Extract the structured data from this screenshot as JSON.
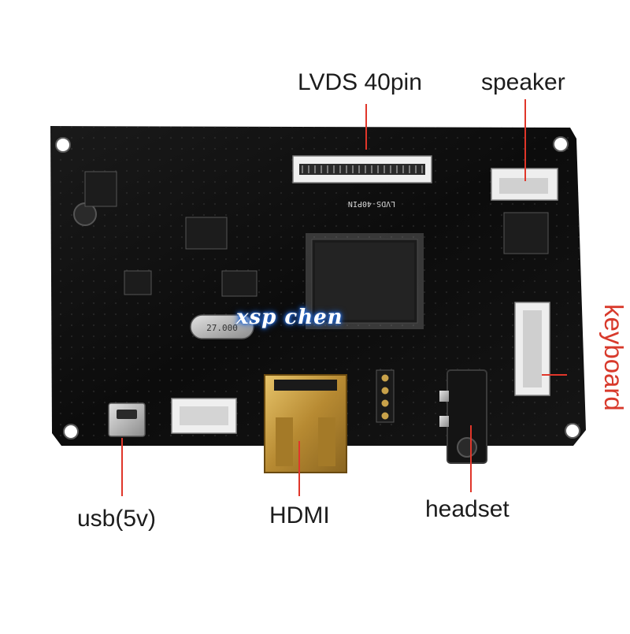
{
  "labels": {
    "lvds": "LVDS 40pin",
    "speaker": "speaker",
    "usb": "usb(5v)",
    "hdmi": "HDMI",
    "headset": "headset",
    "keyboard": "keyboard"
  },
  "watermark": "xsp chen",
  "board_markings": {
    "lvds_connector": "LVDS-40PIN",
    "crystal": "27.000"
  },
  "colors": {
    "pcb": "#0e0e0e",
    "leader_line": "#e0362a",
    "label_text": "#1c1c1c",
    "keyboard_label": "#d83a2c",
    "silkscreen": "#d8d8d8",
    "hdmi_gold": "#c9a24a"
  }
}
